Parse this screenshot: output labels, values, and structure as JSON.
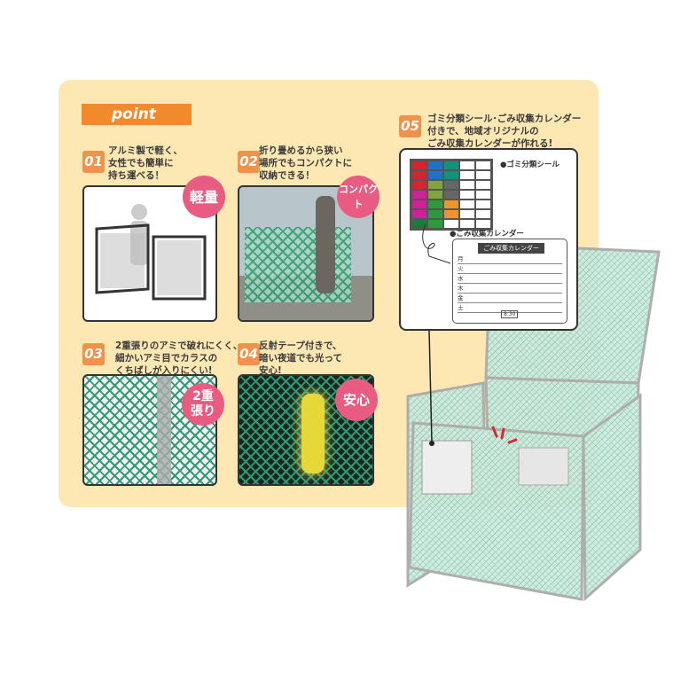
{
  "banner": {
    "label": "point"
  },
  "points": [
    {
      "num": "01",
      "text": "アルミ製で軽く、\n女性でも簡単に\n持ち運べる！",
      "badge": "軽量"
    },
    {
      "num": "02",
      "text": "折り畳めるから狭い\n場所でもコンパクトに\n収納できる！",
      "badge": "コンパクト"
    },
    {
      "num": "03",
      "text": "2重張りのアミで破れにくく、\n細かいアミ目でカラスの\nくちばしが入りにくい!",
      "badge": "2重\n張り"
    },
    {
      "num": "04",
      "text": "反射テープ付きで、\n暗い夜道でも光って\n安心!",
      "badge": "安心"
    },
    {
      "num": "05",
      "text": "ゴミ分類シール･ごみ収集カレンダー\n付きで、地域オリジナルの\nごみ収集カレンダーが作れる!"
    }
  ],
  "card": {
    "seal_label": "●ゴミ分類シール",
    "calendar_label": "●ごみ収集カレンダー",
    "calendar_title": "ごみ収集カレンダー",
    "days": [
      "月",
      "火",
      "水",
      "木",
      "金",
      "土"
    ],
    "time": "8:30"
  },
  "colors": {
    "panel": "#fde7b3",
    "orange": "#f08a2c",
    "pink": "#e95c82",
    "net": "#2f9a74"
  }
}
